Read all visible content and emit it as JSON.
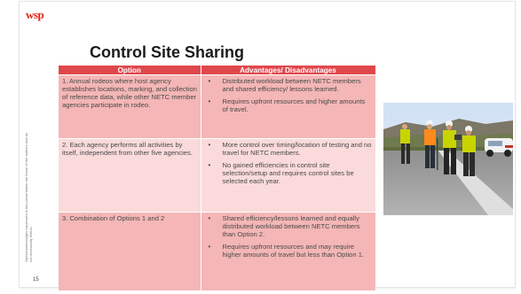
{
  "logo": {
    "text": "wsp",
    "color": "#e2231a"
  },
  "title": "Control Site Sharing",
  "side_note": "Opinions/messages expressed in this presentation are those of the authors and do not necessarily reflect...",
  "page_number": "15",
  "table": {
    "header_color": "#e0474c",
    "headers": [
      "Option",
      "Advantages/ Disadvantages"
    ],
    "rows": [
      {
        "option": "1. Annual rodeos where host agency establishes locations, marking, and collection of reference data, while other NETC member agencies participate in rodeo.",
        "points": [
          "Distributed workload between NETC members and shared efficiency/ lessons learned.",
          "Requires upfront resources and higher amounts of travel."
        ]
      },
      {
        "option": "2. Each agency performs all activities by itself, independent from other five agencies.",
        "points": [
          "More control over timing/location of testing and no travel for NETC members.",
          "No gained efficiencies in control site selection/setup and requires control sites be selected each year."
        ]
      },
      {
        "option": "3. Combination of Options 1 and 2",
        "points": [
          "Shared efficiency/lessons learned and equally distributed workload between NETC members than Option 2.",
          "Requires upfront resources and may require higher amounts of travel but less than Option 1."
        ]
      }
    ]
  },
  "photo": {
    "subject": "field-crew-photo"
  }
}
